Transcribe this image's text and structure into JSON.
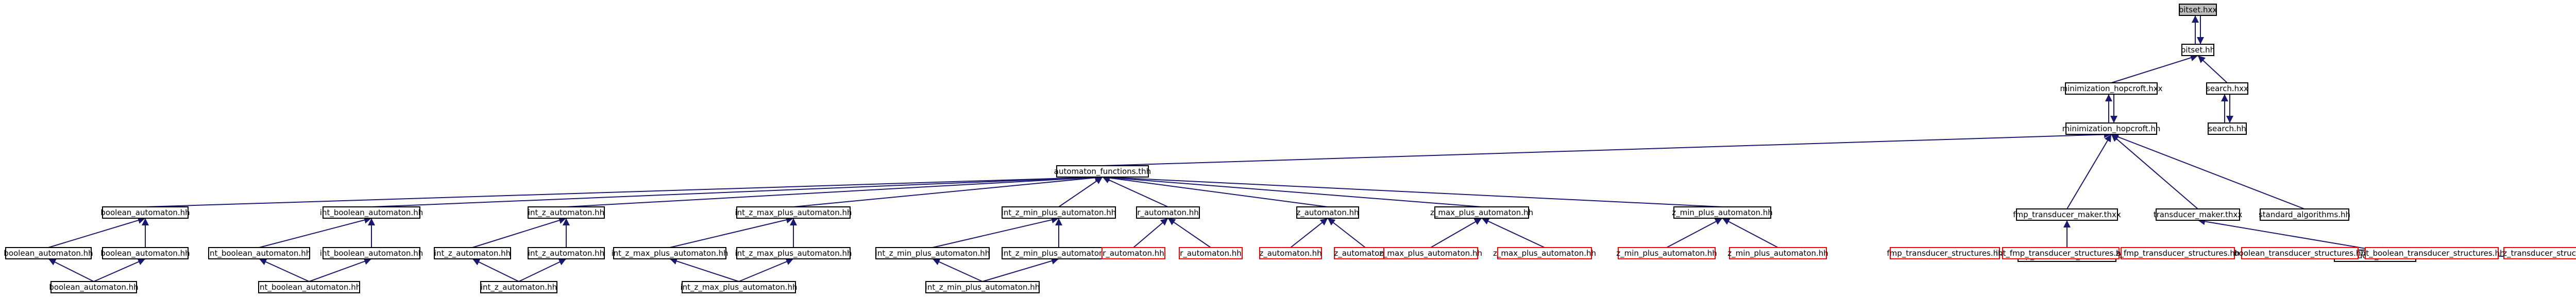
{
  "colors": {
    "node_border": "#000000",
    "missing_node_border": "#ff0000",
    "root_fill": "#bfbfbf",
    "edge": "#191970",
    "background": "#ffffff"
  },
  "nodes": [
    {
      "id": "bitset_hxx",
      "label": "bitset.hxx",
      "root": true
    },
    {
      "id": "bitset_hh",
      "label": "bitset.hh"
    },
    {
      "id": "min_hopcroft_hxx",
      "label": "minimization_hopcroft.hxx"
    },
    {
      "id": "search_hxx",
      "label": "search.hxx"
    },
    {
      "id": "min_hopcroft_hh",
      "label": "minimization_hopcroft.hh"
    },
    {
      "id": "search_hh",
      "label": "search.hh"
    },
    {
      "id": "automaton_functions_thh",
      "label": "automaton_functions.thh"
    },
    {
      "id": "fmp_transducer_maker_thxx",
      "label": "fmp_transducer_maker.thxx"
    },
    {
      "id": "transducer_maker_thxx",
      "label": "transducer_maker.thxx"
    },
    {
      "id": "standard_algorithms_hh",
      "label": "standard_algorithms.hh"
    },
    {
      "id": "boolean_automaton_hh_l3",
      "label": "boolean_automaton.hh"
    },
    {
      "id": "int_boolean_automaton_hh_l3",
      "label": "int_boolean_automaton.hh"
    },
    {
      "id": "int_z_automaton_hh_l3",
      "label": "int_z_automaton.hh"
    },
    {
      "id": "int_z_max_plus_automaton_hh_l3",
      "label": "int_z_max_plus_automaton.hh"
    },
    {
      "id": "int_z_min_plus_automaton_hh_l3",
      "label": "int_z_min_plus_automaton.hh"
    },
    {
      "id": "r_automaton_hh_l3",
      "label": "r_automaton.hh"
    },
    {
      "id": "z_automaton_hh_l3",
      "label": "z_automaton.hh"
    },
    {
      "id": "z_max_plus_automaton_hh_l3",
      "label": "z_max_plus_automaton.hh"
    },
    {
      "id": "z_min_plus_automaton_hh_l3",
      "label": "z_min_plus_automaton.hh"
    },
    {
      "id": "fmp_transducer_maker_thh",
      "label": "fmp_transducer_maker.thh"
    },
    {
      "id": "transducer_maker_thh",
      "label": "transducer_maker.thh"
    },
    {
      "id": "boolean_automaton_hh_l4a",
      "label": "boolean_automaton.hh"
    },
    {
      "id": "boolean_automaton_hh_l4b",
      "label": "boolean_automaton.hh"
    },
    {
      "id": "int_boolean_automaton_hh_l4a",
      "label": "int_boolean_automaton.hh"
    },
    {
      "id": "int_boolean_automaton_hh_l4b",
      "label": "int_boolean_automaton.hh"
    },
    {
      "id": "int_z_automaton_hh_l4a",
      "label": "int_z_automaton.hh"
    },
    {
      "id": "int_z_automaton_hh_l4b",
      "label": "int_z_automaton.hh"
    },
    {
      "id": "int_z_max_plus_automaton_hh_l4a",
      "label": "int_z_max_plus_automaton.hh"
    },
    {
      "id": "int_z_max_plus_automaton_hh_l4b",
      "label": "int_z_max_plus_automaton.hh"
    },
    {
      "id": "int_z_min_plus_automaton_hh_l4a",
      "label": "int_z_min_plus_automaton.hh"
    },
    {
      "id": "int_z_min_plus_automaton_hh_l4b",
      "label": "int_z_min_plus_automaton.hh"
    },
    {
      "id": "r_automaton_hh_l4a",
      "label": "r_automaton.hh",
      "missing": true
    },
    {
      "id": "r_automaton_hh_l4b",
      "label": "r_automaton.hh",
      "missing": true
    },
    {
      "id": "z_automaton_hh_l4a",
      "label": "z_automaton.hh",
      "missing": true
    },
    {
      "id": "z_automaton_hh_l4b",
      "label": "z_automaton.hh",
      "missing": true
    },
    {
      "id": "z_max_plus_automaton_hh_l4a",
      "label": "z_max_plus_automaton.hh",
      "missing": true
    },
    {
      "id": "z_max_plus_automaton_hh_l4b",
      "label": "z_max_plus_automaton.hh",
      "missing": true
    },
    {
      "id": "z_min_plus_automaton_hh_l4a",
      "label": "z_min_plus_automaton.hh",
      "missing": true
    },
    {
      "id": "z_min_plus_automaton_hh_l4b",
      "label": "z_min_plus_automaton.hh",
      "missing": true
    },
    {
      "id": "fmp_transducer_structures_hh",
      "label": "fmp_transducer_structures.hh",
      "missing": true
    },
    {
      "id": "int_fmp_transducer_structures_hh",
      "label": "int_fmp_transducer_structures.hh",
      "missing": true
    },
    {
      "id": "z_fmp_transducer_structures_hh",
      "label": "z_fmp_transducer_structures.hh",
      "missing": true
    },
    {
      "id": "boolean_transducer_structures_hh",
      "label": "boolean_transducer_structures.hh",
      "missing": true
    },
    {
      "id": "int_boolean_transducer_structures_hh",
      "label": "int_boolean_transducer_structures.hh",
      "missing": true
    },
    {
      "id": "z_transducer_structures_hh",
      "label": "z_transducer_structures.hh",
      "missing": true
    },
    {
      "id": "boolean_automaton_hh_l5",
      "label": "boolean_automaton.hh"
    },
    {
      "id": "int_boolean_automaton_hh_l5",
      "label": "int_boolean_automaton.hh"
    },
    {
      "id": "int_z_automaton_hh_l5",
      "label": "int_z_automaton.hh"
    },
    {
      "id": "int_z_max_plus_automaton_hh_l5",
      "label": "int_z_max_plus_automaton.hh"
    },
    {
      "id": "int_z_min_plus_automaton_hh_l5",
      "label": "int_z_min_plus_automaton.hh"
    }
  ],
  "edges": [
    [
      "bitset_hh",
      "bitset_hxx"
    ],
    [
      "bitset_hxx",
      "bitset_hh"
    ],
    [
      "min_hopcroft_hxx",
      "bitset_hh"
    ],
    [
      "search_hxx",
      "bitset_hh"
    ],
    [
      "min_hopcroft_hh",
      "min_hopcroft_hxx"
    ],
    [
      "min_hopcroft_hxx",
      "min_hopcroft_hh"
    ],
    [
      "search_hh",
      "search_hxx"
    ],
    [
      "search_hxx",
      "search_hh"
    ],
    [
      "automaton_functions_thh",
      "min_hopcroft_hh"
    ],
    [
      "fmp_transducer_maker_thxx",
      "min_hopcroft_hh"
    ],
    [
      "transducer_maker_thxx",
      "min_hopcroft_hh"
    ],
    [
      "standard_algorithms_hh",
      "min_hopcroft_hh"
    ],
    [
      "boolean_automaton_hh_l3",
      "automaton_functions_thh"
    ],
    [
      "int_boolean_automaton_hh_l3",
      "automaton_functions_thh"
    ],
    [
      "int_z_automaton_hh_l3",
      "automaton_functions_thh"
    ],
    [
      "int_z_max_plus_automaton_hh_l3",
      "automaton_functions_thh"
    ],
    [
      "int_z_min_plus_automaton_hh_l3",
      "automaton_functions_thh"
    ],
    [
      "r_automaton_hh_l3",
      "automaton_functions_thh"
    ],
    [
      "z_automaton_hh_l3",
      "automaton_functions_thh"
    ],
    [
      "z_max_plus_automaton_hh_l3",
      "automaton_functions_thh"
    ],
    [
      "z_min_plus_automaton_hh_l3",
      "automaton_functions_thh"
    ],
    [
      "fmp_transducer_maker_thh",
      "fmp_transducer_maker_thxx"
    ],
    [
      "transducer_maker_thh",
      "transducer_maker_thxx"
    ],
    [
      "boolean_automaton_hh_l4a",
      "boolean_automaton_hh_l3"
    ],
    [
      "boolean_automaton_hh_l4b",
      "boolean_automaton_hh_l3"
    ],
    [
      "int_boolean_automaton_hh_l4a",
      "int_boolean_automaton_hh_l3"
    ],
    [
      "int_boolean_automaton_hh_l4b",
      "int_boolean_automaton_hh_l3"
    ],
    [
      "int_z_automaton_hh_l4a",
      "int_z_automaton_hh_l3"
    ],
    [
      "int_z_automaton_hh_l4b",
      "int_z_automaton_hh_l3"
    ],
    [
      "int_z_max_plus_automaton_hh_l4a",
      "int_z_max_plus_automaton_hh_l3"
    ],
    [
      "int_z_max_plus_automaton_hh_l4b",
      "int_z_max_plus_automaton_hh_l3"
    ],
    [
      "int_z_min_plus_automaton_hh_l4a",
      "int_z_min_plus_automaton_hh_l3"
    ],
    [
      "int_z_min_plus_automaton_hh_l4b",
      "int_z_min_plus_automaton_hh_l3"
    ],
    [
      "r_automaton_hh_l4a",
      "r_automaton_hh_l3"
    ],
    [
      "r_automaton_hh_l4b",
      "r_automaton_hh_l3"
    ],
    [
      "z_automaton_hh_l4a",
      "z_automaton_hh_l3"
    ],
    [
      "z_automaton_hh_l4b",
      "z_automaton_hh_l3"
    ],
    [
      "z_max_plus_automaton_hh_l4a",
      "z_max_plus_automaton_hh_l3"
    ],
    [
      "z_max_plus_automaton_hh_l4b",
      "z_max_plus_automaton_hh_l3"
    ],
    [
      "z_min_plus_automaton_hh_l4a",
      "z_min_plus_automaton_hh_l3"
    ],
    [
      "z_min_plus_automaton_hh_l4b",
      "z_min_plus_automaton_hh_l3"
    ],
    [
      "fmp_transducer_structures_hh",
      "fmp_transducer_maker_thh"
    ],
    [
      "int_fmp_transducer_structures_hh",
      "fmp_transducer_maker_thh"
    ],
    [
      "z_fmp_transducer_structures_hh",
      "fmp_transducer_maker_thh"
    ],
    [
      "boolean_transducer_structures_hh",
      "transducer_maker_thh"
    ],
    [
      "int_boolean_transducer_structures_hh",
      "transducer_maker_thh"
    ],
    [
      "z_transducer_structures_hh",
      "transducer_maker_thh"
    ],
    [
      "boolean_automaton_hh_l5",
      "boolean_automaton_hh_l4a"
    ],
    [
      "boolean_automaton_hh_l5",
      "boolean_automaton_hh_l4b"
    ],
    [
      "int_boolean_automaton_hh_l5",
      "int_boolean_automaton_hh_l4a"
    ],
    [
      "int_boolean_automaton_hh_l5",
      "int_boolean_automaton_hh_l4b"
    ],
    [
      "int_z_automaton_hh_l5",
      "int_z_automaton_hh_l4a"
    ],
    [
      "int_z_automaton_hh_l5",
      "int_z_automaton_hh_l4b"
    ],
    [
      "int_z_max_plus_automaton_hh_l5",
      "int_z_max_plus_automaton_hh_l4a"
    ],
    [
      "int_z_max_plus_automaton_hh_l5",
      "int_z_max_plus_automaton_hh_l4b"
    ],
    [
      "int_z_min_plus_automaton_hh_l5",
      "int_z_min_plus_automaton_hh_l4a"
    ],
    [
      "int_z_min_plus_automaton_hh_l5",
      "int_z_min_plus_automaton_hh_l4b"
    ]
  ]
}
